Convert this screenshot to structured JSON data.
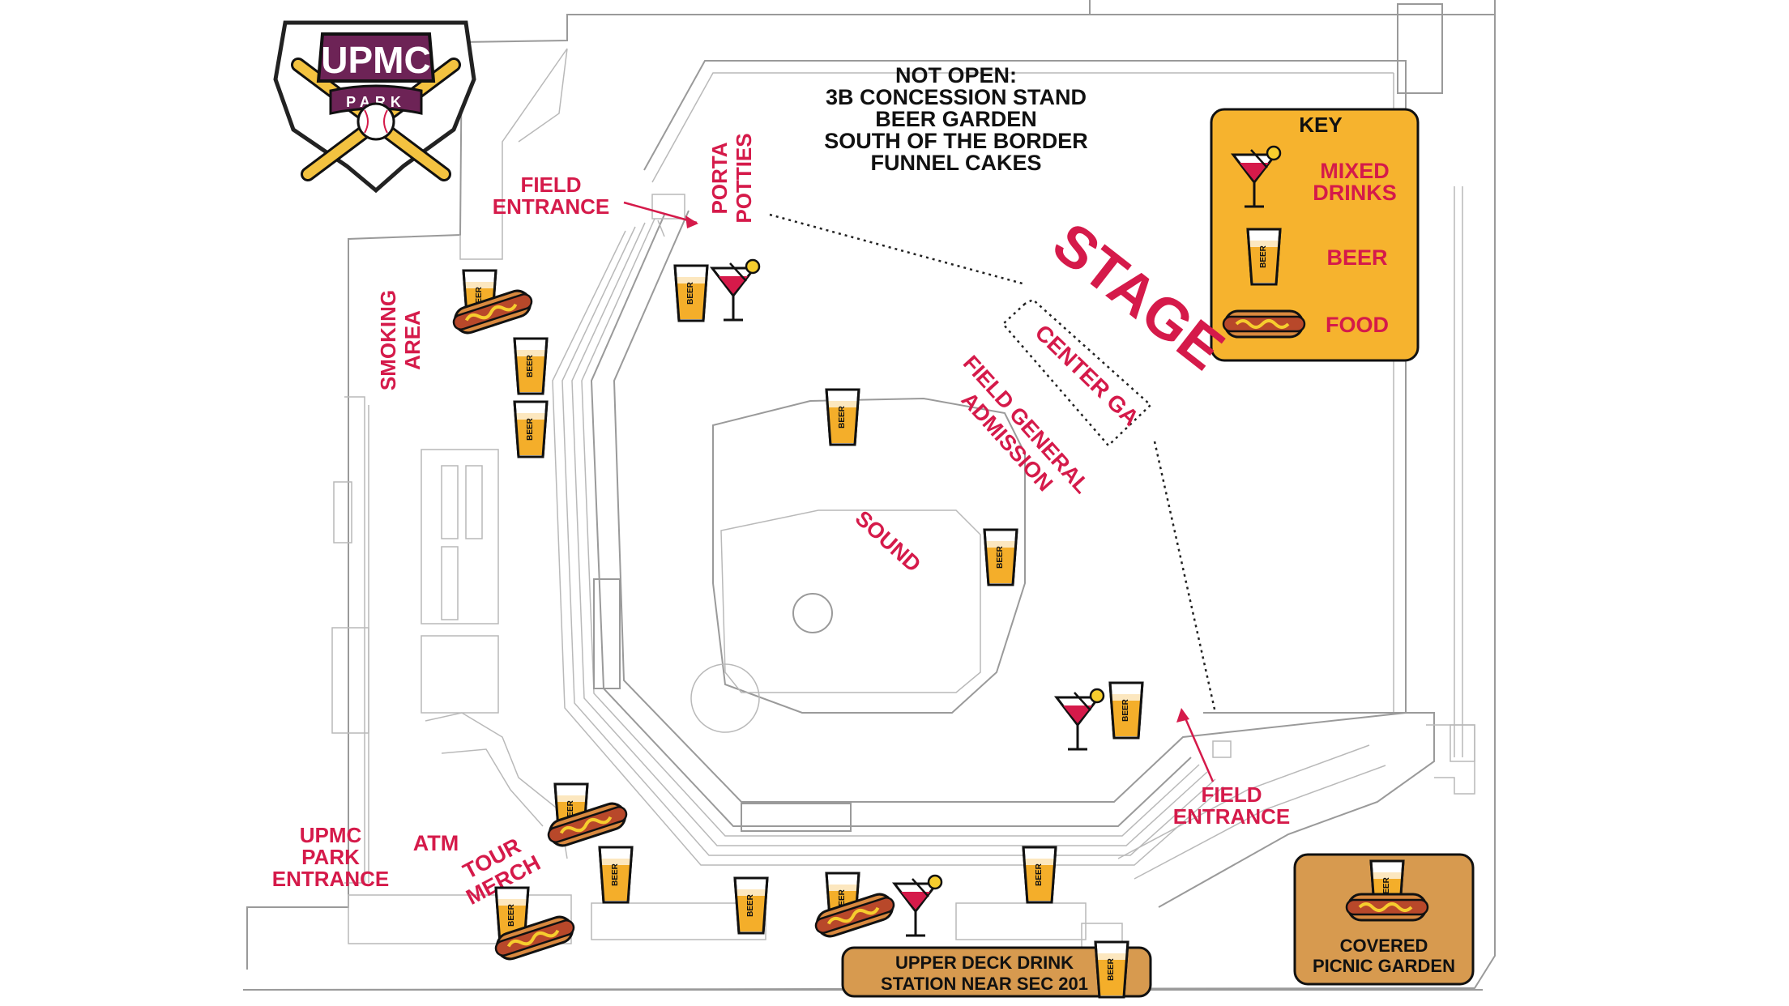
{
  "logo": {
    "line1": "UPMC",
    "line2": "PARK"
  },
  "notice": {
    "lines": [
      "NOT OPEN:",
      "3B CONCESSION STAND",
      "BEER GARDEN",
      "SOUTH OF THE BORDER",
      "FUNNEL CAKES"
    ]
  },
  "key": {
    "title": "KEY",
    "mixed_line1": "MIXED",
    "mixed_line2": "DRINKS",
    "beer": "BEER",
    "food": "FOOD"
  },
  "labels": {
    "field_entrance_top_1": "FIELD",
    "field_entrance_top_2": "ENTRANCE",
    "porta_1": "PORTA",
    "porta_2": "POTTIES",
    "smoking_1": "SMOKING",
    "smoking_2": "AREA",
    "stage": "STAGE",
    "center_ga": "CENTER GA",
    "field_ga_1": "FIELD GENERAL",
    "field_ga_2": "ADMISSION",
    "sound": "SOUND",
    "field_entrance_right_1": "FIELD",
    "field_entrance_right_2": "ENTRANCE",
    "upmc_entrance_1": "UPMC",
    "upmc_entrance_2": "PARK",
    "upmc_entrance_3": "ENTRANCE",
    "atm": "ATM",
    "tour_1": "TOUR",
    "tour_2": "MERCH",
    "upper_deck_1": "UPPER DECK DRINK",
    "upper_deck_2": "STATION NEAR SEC 201",
    "picnic_1": "COVERED",
    "picnic_2": "PICNIC GARDEN"
  },
  "cup_text": "BEER",
  "colors": {
    "red": "#d51a4a",
    "key_bg": "#f6b32e",
    "picnic_bg": "#d79a4f",
    "logo_purple": "#6d2356",
    "beer": "#f4ae2a"
  }
}
